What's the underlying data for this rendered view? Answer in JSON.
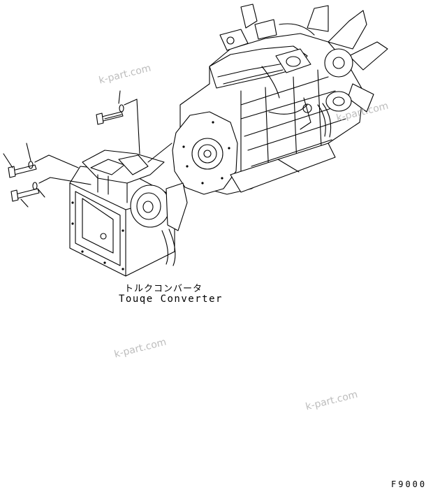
{
  "labels": {
    "torque_converter_jp": "トルクコンバータ",
    "torque_converter_en": "Touqe Converter",
    "figure_code": "F9000"
  },
  "watermarks": [
    "k-part.com",
    "k-part.com",
    "k-part.com",
    "k-part.com"
  ]
}
